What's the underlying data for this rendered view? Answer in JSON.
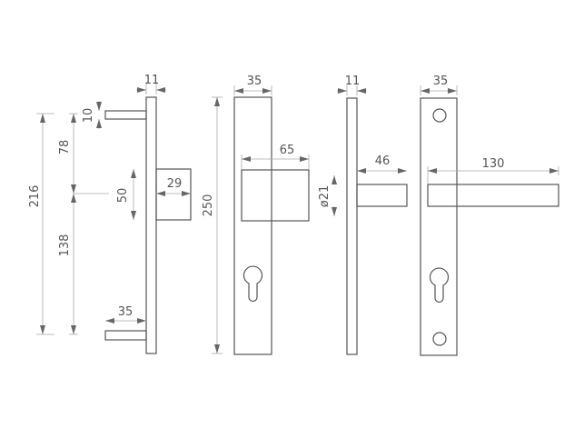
{
  "title": "Door handle on long plate – dimension drawing",
  "views": {
    "side_knob": {
      "plate_thickness": "11",
      "arm_thickness": "10",
      "total_height": "216",
      "upper_height": "78",
      "lower_height": "138",
      "knob_height": "50",
      "knob_projection": "29",
      "arm_projection": "35"
    },
    "front_knob": {
      "plate_width": "35",
      "plate_height": "250",
      "rose_width": "65"
    },
    "side_lever": {
      "plate_thickness": "11",
      "lever_projection": "46",
      "lever_diameter": "ø21"
    },
    "front_lever": {
      "plate_width": "35",
      "lever_length": "130"
    }
  },
  "colors": {
    "outline": "#555555",
    "dimension": "#aaaaaa"
  }
}
